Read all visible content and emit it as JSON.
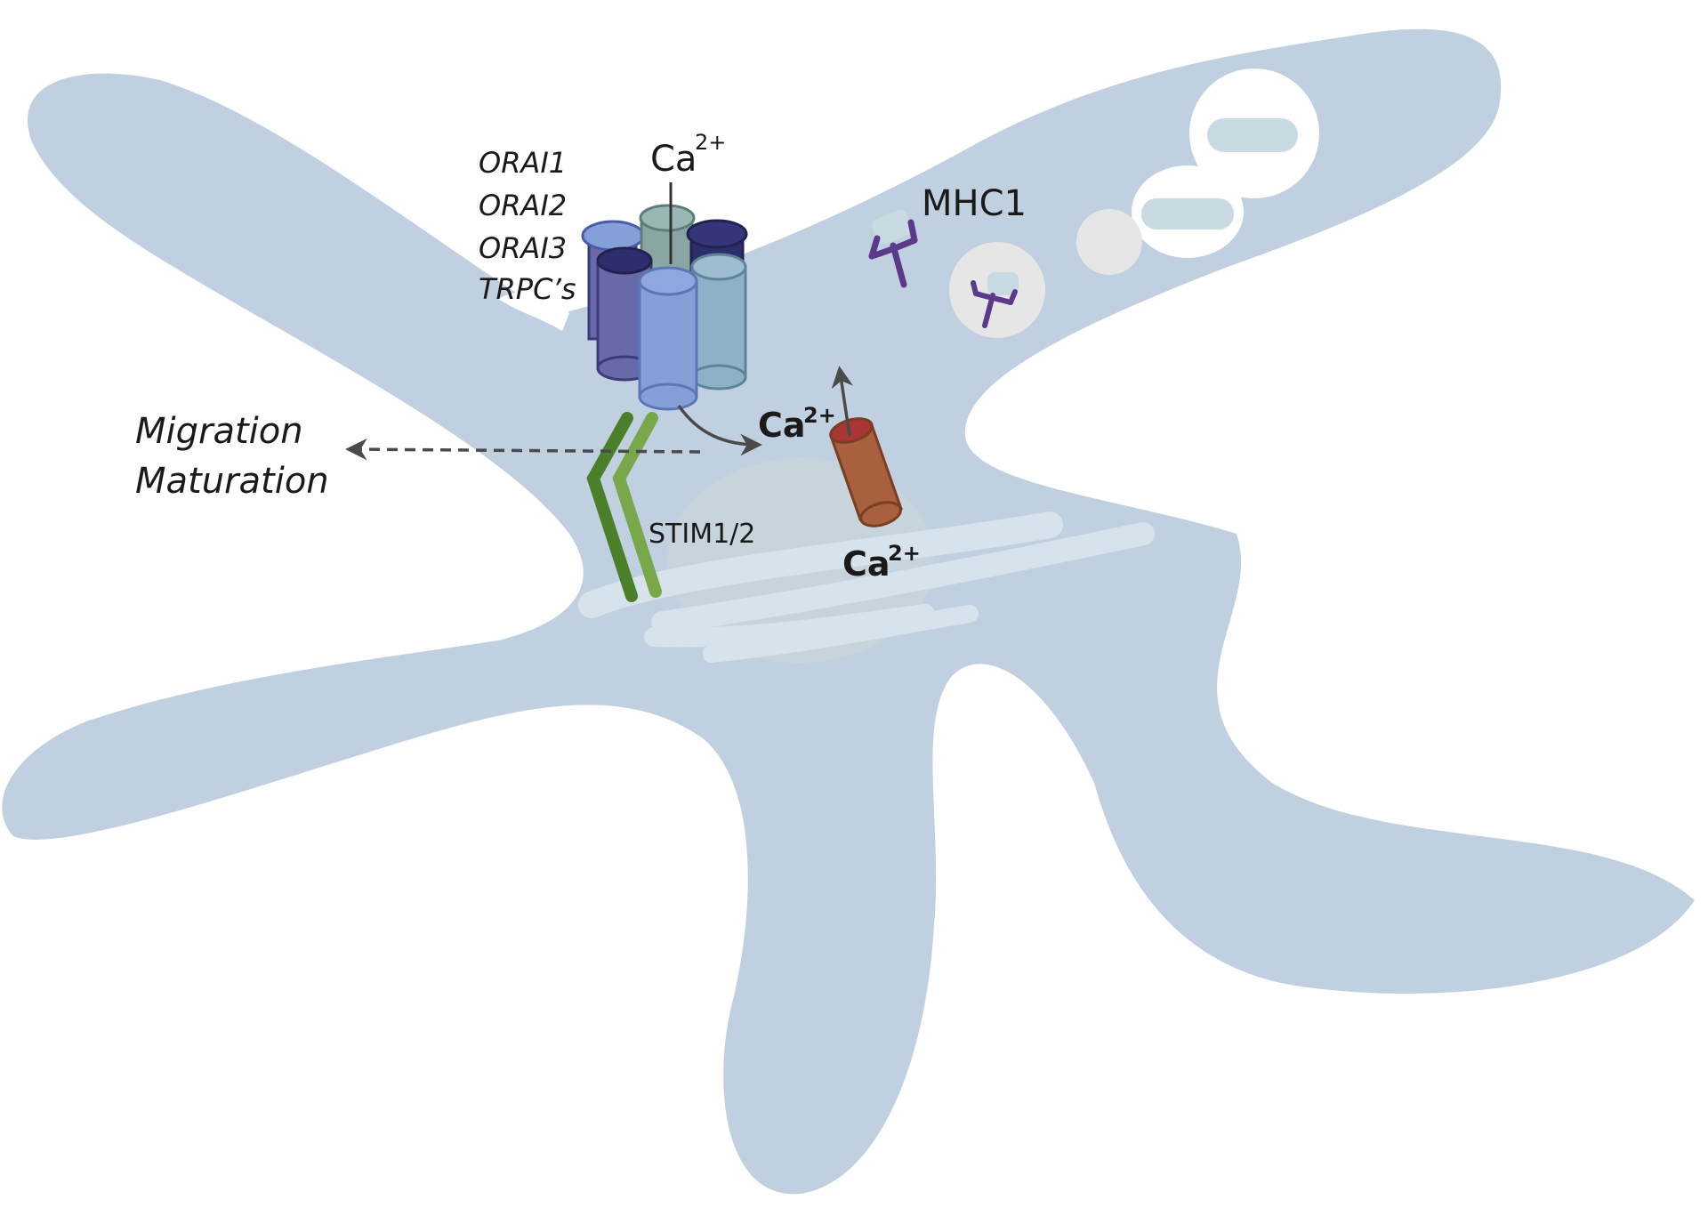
{
  "labels": {
    "channel_names": [
      "ORAI1",
      "ORAI2",
      "ORAI3",
      "TRPC’s"
    ],
    "ca_extracellular": "Ca",
    "ca_extracellular_sup": "2+",
    "ca_cytosol": "Ca",
    "ca_cytosol_sup": "2+",
    "ca_er": "Ca",
    "ca_er_sup": "2+",
    "mhc": "MHC1",
    "stim": "STIM1/2",
    "outcomes": [
      "Migration",
      "Maturation"
    ]
  },
  "colors": {
    "cell_body": "#c1d0e0",
    "er": "#d7e3ec",
    "nucleus": "#cdd7d7",
    "vesicle": "#e6e6e6",
    "vesicle_cargo": "#c9dae2",
    "orai_dark": "#2e2e6e",
    "orai_mid": "#6869a8",
    "orai_light": "#85a0d9",
    "orai_teal": "#8fb1c7",
    "orai_green": "#8aa6a2",
    "stim_dark": "#4b7f2a",
    "stim_light": "#79a84a",
    "er_channel": "#a8603e",
    "er_channel_top": "#a93535",
    "mhc_receptor": "#5b3a8a",
    "arrow": "#4a4a4a"
  },
  "icons": {
    "channel": "orai-channel-cluster-icon",
    "stim": "stim-dimer-icon",
    "er_channel": "er-calcium-channel-icon",
    "mhc": "mhc1-receptor-icon"
  }
}
